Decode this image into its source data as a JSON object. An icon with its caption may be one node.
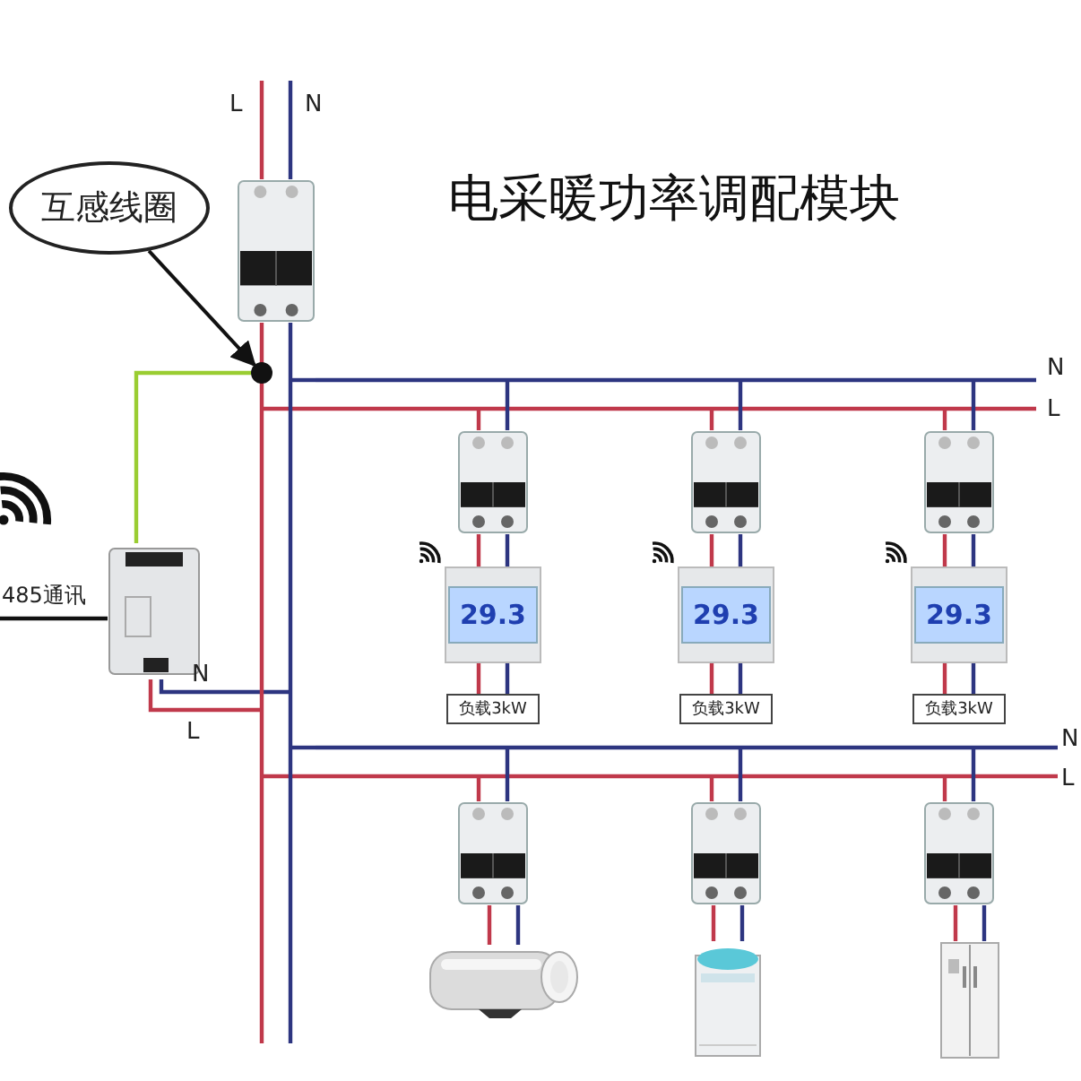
{
  "diagram": {
    "title": "电采暖功率调配模块",
    "nodes": [
      {
        "text": [
          "互感线圈"
        ]
      },
      {
        "text": [],
        "shape": "picture"
      },
      {
        "text": [],
        "shape": "bar"
      },
      {
        "text": [],
        "shape": "circle",
        "in": 2
      },
      {
        "text": [],
        "shape": "picture"
      },
      {
        "text": [],
        "shape": "bar"
      },
      {
        "text": [],
        "shape": "picture"
      },
      {
        "text": [],
        "shape": "picture"
      },
      {
        "text": [],
        "shape": "picture"
      },
      {
        "text": [
          "29.3"
        ]
      },
      {
        "text": [
          "29.3"
        ]
      },
      {
        "text": [
          "29.3"
        ]
      },
      {
        "text": [
          "负载3kW"
        ]
      },
      {
        "text": [
          "负载3kW"
        ]
      },
      {
        "text": [
          "负载3kW"
        ]
      },
      {
        "text": [],
        "shape": "bar"
      },
      {
        "text": [],
        "shape": "picture"
      },
      {
        "text": [],
        "shape": "picture"
      },
      {
        "text": [],
        "shape": "picture"
      },
      {
        "text": [],
        "shape": "picture"
      },
      {
        "text": [],
        "shape": "picture"
      },
      {
        "text": [],
        "shape": "picture"
      }
    ],
    "edges": [
      {
        "from": 0,
        "to": 3,
        "arrow": "to",
        "color": "#111111"
      },
      {
        "from": null,
        "to": 1,
        "arrow": "none",
        "color": "#c0394b"
      },
      {
        "from": null,
        "to": 1,
        "arrow": "none",
        "color": "#2d3580"
      },
      {
        "from": 1,
        "to": 2,
        "arrow": "none",
        "color": "#c0394b"
      },
      {
        "from": 1,
        "to": 2,
        "arrow": "none",
        "color": "#2d3580"
      },
      {
        "from": 4,
        "to": 3,
        "arrow": "none",
        "color": "#9acd32"
      },
      {
        "from": null,
        "to": 4,
        "arrow": "none",
        "label": "485通讯",
        "color": "#111111"
      },
      {
        "from": 4,
        "to": 2,
        "arrow": "none",
        "color": "#2d3580"
      },
      {
        "from": 4,
        "to": 2,
        "arrow": "none",
        "color": "#c0394b"
      },
      {
        "from": 2,
        "to": 5,
        "arrow": "none",
        "color": "#2d3580"
      },
      {
        "from": 2,
        "to": 5,
        "arrow": "none",
        "color": "#c0394b"
      },
      {
        "from": 2,
        "to": 15,
        "arrow": "none",
        "color": "#2d3580"
      },
      {
        "from": 2,
        "to": 15,
        "arrow": "none",
        "color": "#c0394b"
      },
      {
        "from": 5,
        "to": 6,
        "arrow": "none",
        "color": "#c0394b"
      },
      {
        "from": 5,
        "to": 6,
        "arrow": "none",
        "color": "#2d3580"
      },
      {
        "from": 5,
        "to": 7,
        "arrow": "none",
        "color": "#c0394b"
      },
      {
        "from": 5,
        "to": 7,
        "arrow": "none",
        "color": "#2d3580"
      },
      {
        "from": 5,
        "to": 8,
        "arrow": "none",
        "color": "#c0394b"
      },
      {
        "from": 5,
        "to": 8,
        "arrow": "none",
        "color": "#2d3580"
      },
      {
        "from": 6,
        "to": 9,
        "arrow": "none",
        "color": "#c0394b"
      },
      {
        "from": 6,
        "to": 9,
        "arrow": "none",
        "color": "#2d3580"
      },
      {
        "from": 7,
        "to": 10,
        "arrow": "none",
        "color": "#c0394b"
      },
      {
        "from": 7,
        "to": 10,
        "arrow": "none",
        "color": "#2d3580"
      },
      {
        "from": 8,
        "to": 11,
        "arrow": "none",
        "color": "#c0394b"
      },
      {
        "from": 8,
        "to": 11,
        "arrow": "none",
        "color": "#2d3580"
      },
      {
        "from": 9,
        "to": 12,
        "arrow": "none",
        "color": "#c0394b"
      },
      {
        "from": 9,
        "to": 12,
        "arrow": "none",
        "color": "#2d3580"
      },
      {
        "from": 10,
        "to": 13,
        "arrow": "none",
        "color": "#c0394b"
      },
      {
        "from": 10,
        "to": 13,
        "arrow": "none",
        "color": "#2d3580"
      },
      {
        "from": 11,
        "to": 14,
        "arrow": "none",
        "color": "#c0394b"
      },
      {
        "from": 11,
        "to": 14,
        "arrow": "none",
        "color": "#2d3580"
      },
      {
        "from": 15,
        "to": 16,
        "arrow": "none",
        "color": "#c0394b"
      },
      {
        "from": 15,
        "to": 16,
        "arrow": "none",
        "color": "#2d3580"
      },
      {
        "from": 15,
        "to": 17,
        "arrow": "none",
        "color": "#c0394b"
      },
      {
        "from": 15,
        "to": 17,
        "arrow": "none",
        "color": "#2d3580"
      },
      {
        "from": 15,
        "to": 18,
        "arrow": "none",
        "color": "#c0394b"
      },
      {
        "from": 15,
        "to": 18,
        "arrow": "none",
        "color": "#2d3580"
      },
      {
        "from": 16,
        "to": 19,
        "arrow": "none",
        "color": "#c0394b"
      },
      {
        "from": 16,
        "to": 19,
        "arrow": "none",
        "color": "#2d3580"
      },
      {
        "from": 17,
        "to": 20,
        "arrow": "none",
        "color": "#c0394b"
      },
      {
        "from": 17,
        "to": 20,
        "arrow": "none",
        "color": "#2d3580"
      },
      {
        "from": 18,
        "to": 21,
        "arrow": "none",
        "color": "#c0394b"
      },
      {
        "from": 18,
        "to": 21,
        "arrow": "none",
        "color": "#2d3580"
      }
    ],
    "labels": [
      "L",
      "N",
      "N",
      "L",
      "N",
      "L",
      "N",
      "L"
    ]
  }
}
